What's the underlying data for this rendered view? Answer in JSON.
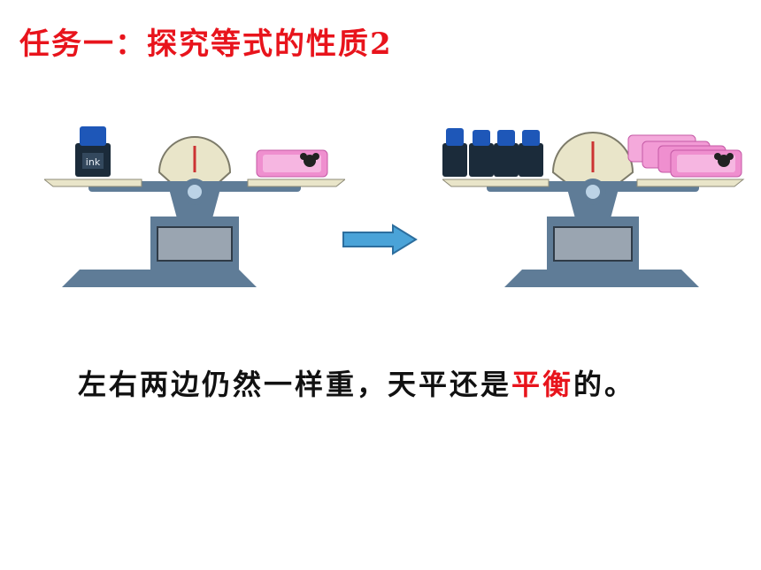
{
  "title": "任务一：探究等式的性质2",
  "caption": {
    "before": "左右两边仍然一样重，天平还是",
    "highlight": "平衡",
    "after": "的。"
  },
  "ink_label": "ink",
  "colors": {
    "title": "#e8141c",
    "highlight": "#e8141c",
    "scale_body": "#5f7c97",
    "arrow": "#4aa3d8"
  },
  "scales": {
    "left": {
      "ink_bottles": 1,
      "pencil_cases": 1
    },
    "right": {
      "ink_bottles": 4,
      "pencil_cases": 4
    }
  }
}
